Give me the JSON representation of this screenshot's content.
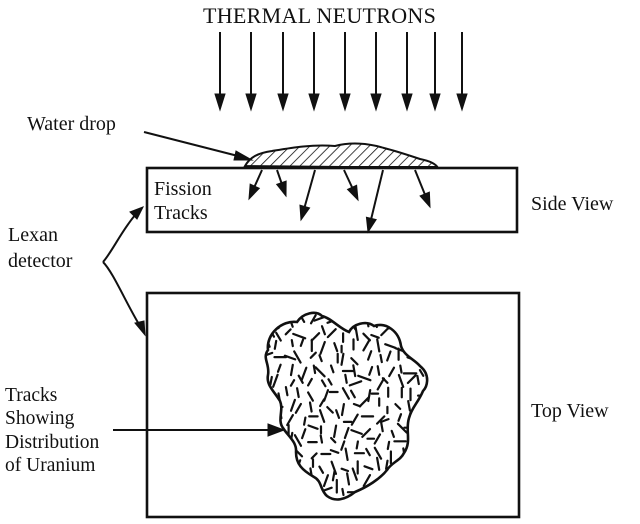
{
  "labels": {
    "thermal_neutrons": "THERMAL NEUTRONS",
    "water_drop": "Water drop",
    "fission_tracks": [
      "Fission",
      "Tracks"
    ],
    "side_view": "Side View",
    "lexan_detector": [
      "Lexan",
      "detector"
    ],
    "top_view": "Top View",
    "tracks_distribution": [
      "Tracks",
      "Showing",
      "Distribution",
      "of Uranium"
    ]
  },
  "colors": {
    "ink": "#111111",
    "background": "#ffffff"
  }
}
